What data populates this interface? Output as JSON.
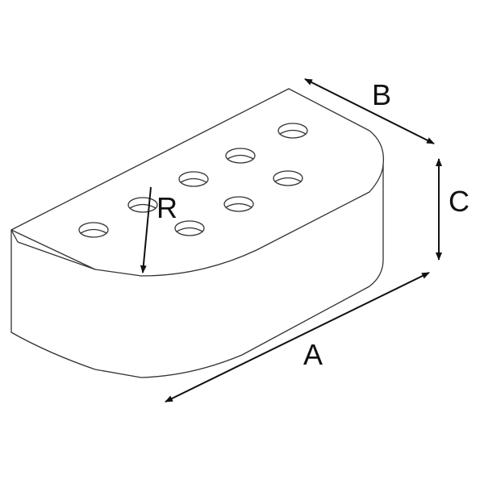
{
  "labels": {
    "a": "A",
    "b": "B",
    "c": "C",
    "r": "R"
  },
  "colors": {
    "outline": "#333333",
    "arrow": "#111111",
    "background": "#ffffff"
  }
}
